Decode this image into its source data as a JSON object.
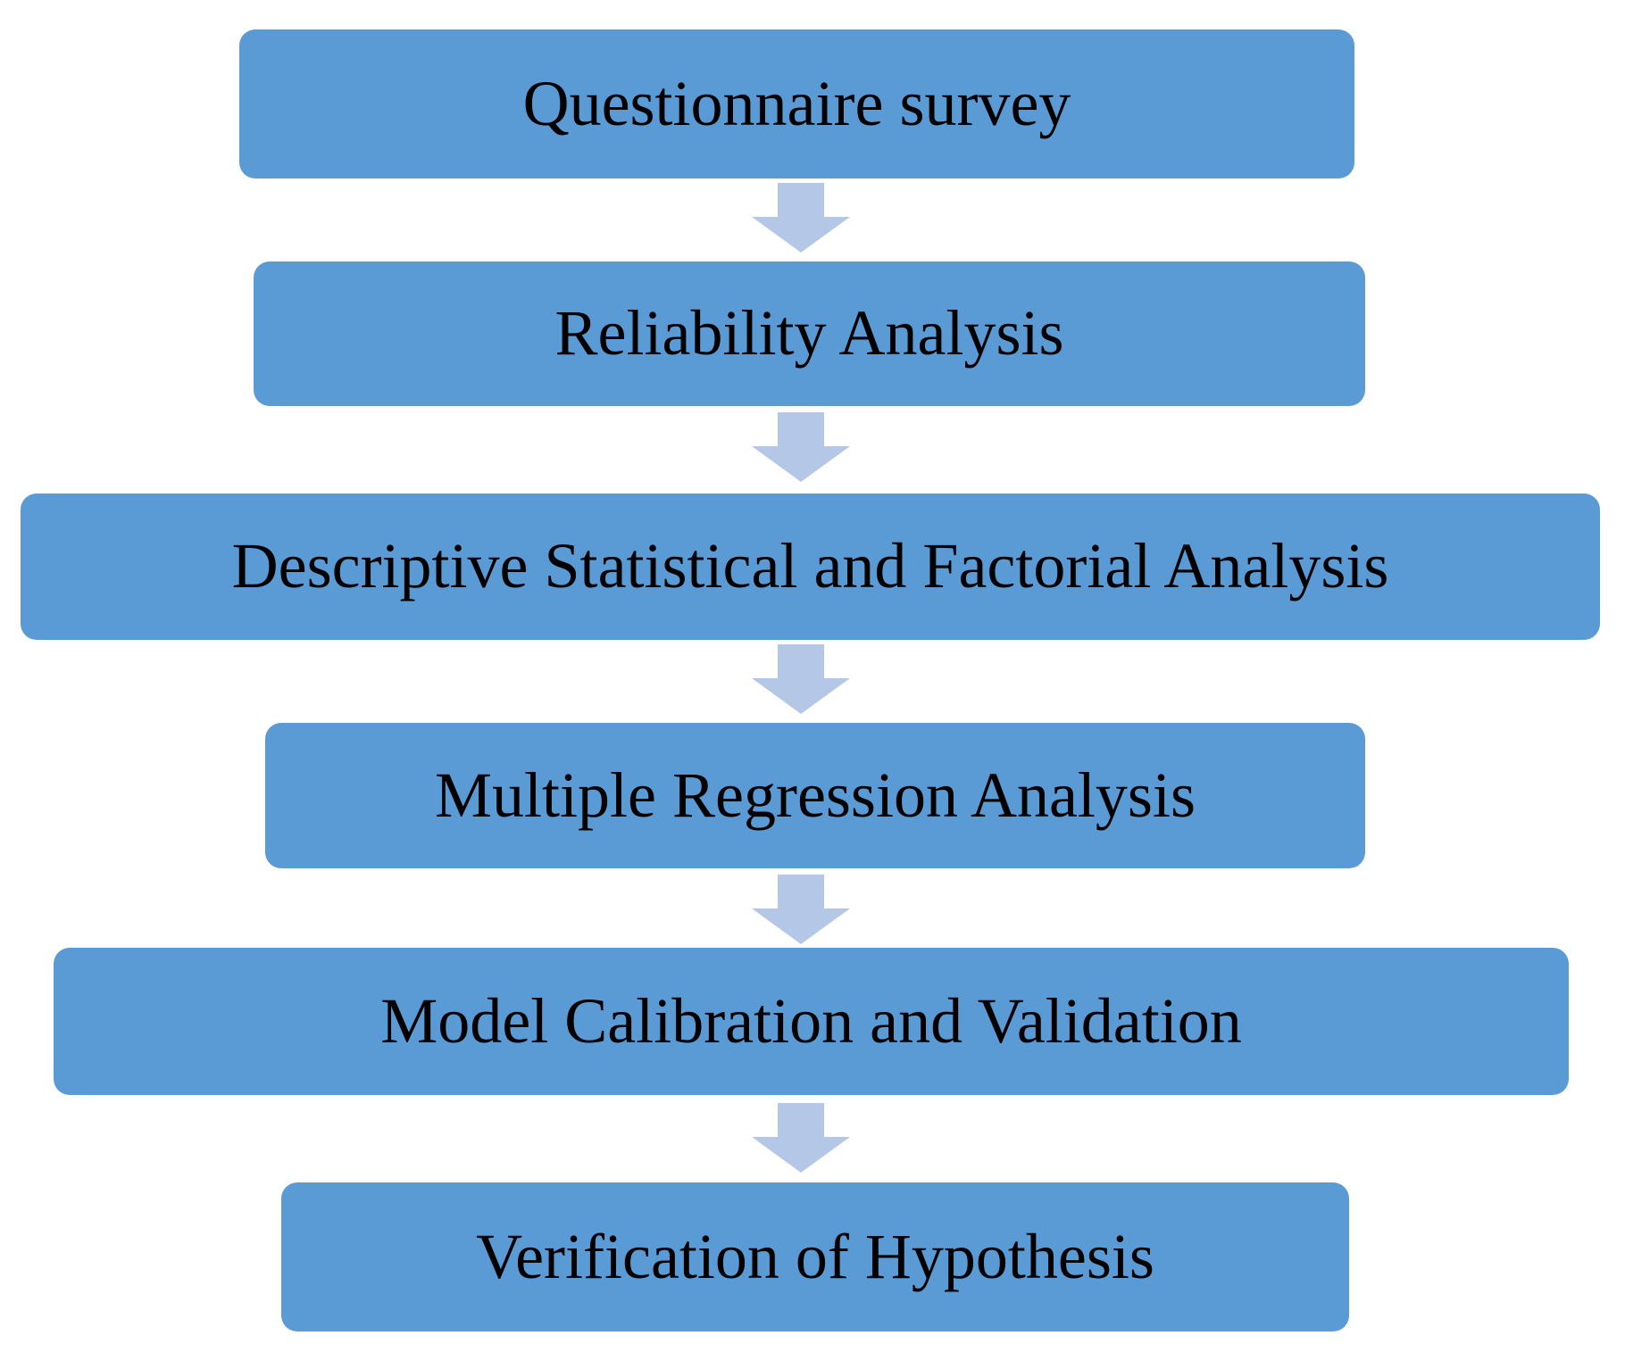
{
  "diagram": {
    "background": "#ffffff",
    "box_fill": "#5B9BD5",
    "arrow_fill": "#B4C7E7",
    "text_color": "#000000",
    "steps": [
      {
        "label": "Questionnaire survey"
      },
      {
        "label": "Reliability Analysis"
      },
      {
        "label": "Descriptive Statistical and Factorial Analysis"
      },
      {
        "label": "Multiple Regression Analysis"
      },
      {
        "label": "Model Calibration and Validation"
      },
      {
        "label": "Verification of Hypothesis"
      }
    ]
  }
}
